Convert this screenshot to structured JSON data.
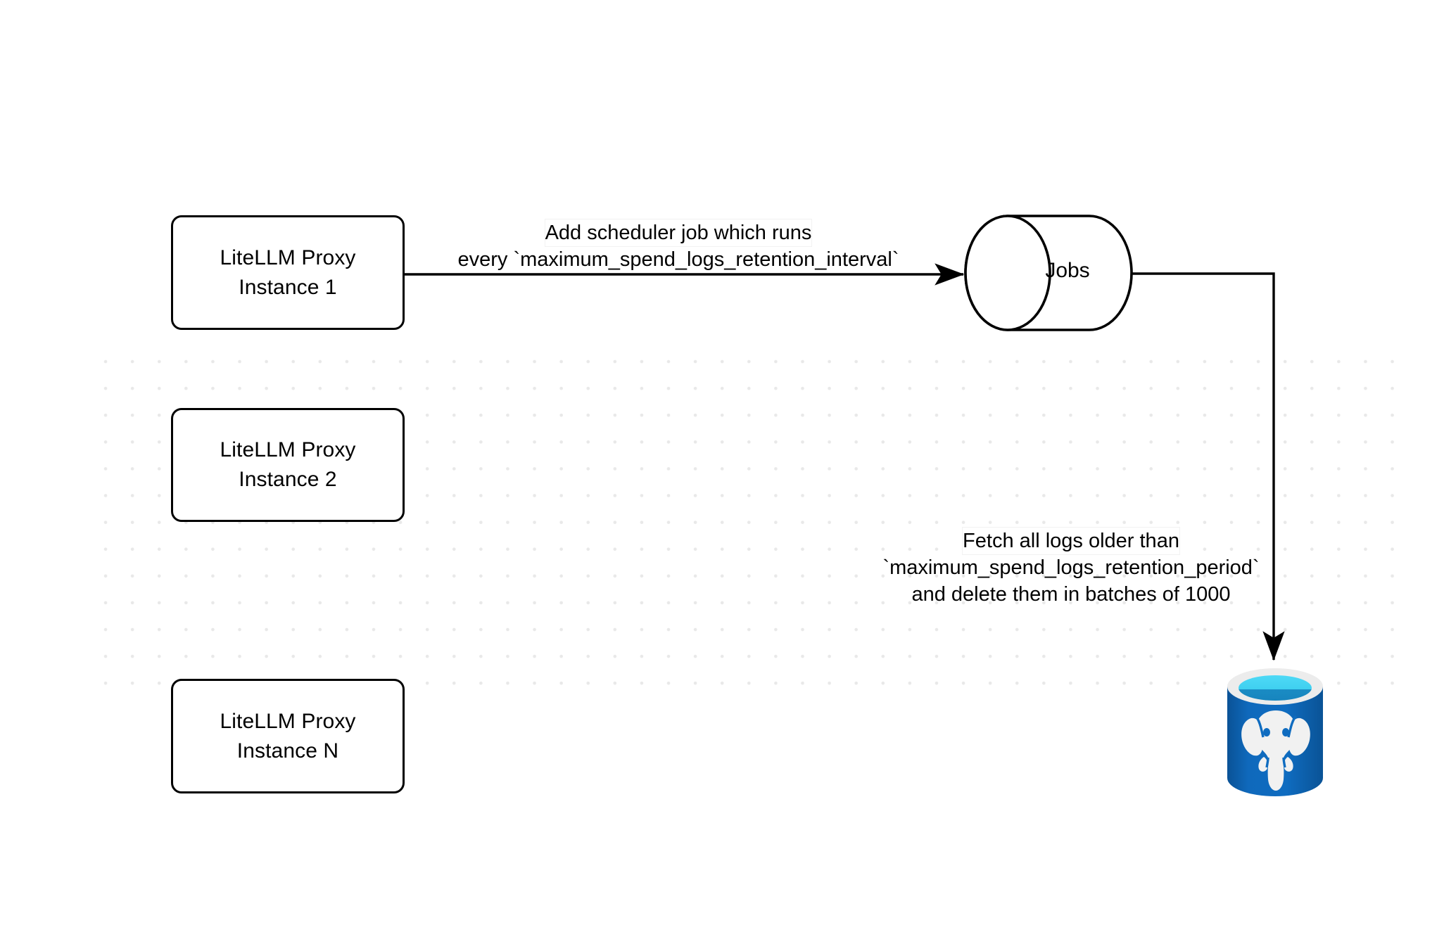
{
  "diagram": {
    "title": "LiteLLM spend logs retention scheduler flow",
    "background": {
      "color": "#ffffff",
      "grid": "dot-grid",
      "grid_dot_color": "#e9e9e9"
    },
    "nodes": [
      {
        "id": "instance-1",
        "shape": "rounded-rectangle",
        "line1": "LiteLLM Proxy",
        "line2": "Instance 1"
      },
      {
        "id": "instance-2",
        "shape": "rounded-rectangle",
        "line1": "LiteLLM Proxy",
        "line2": "Instance 2"
      },
      {
        "id": "instance-n",
        "shape": "rounded-rectangle",
        "line1": "LiteLLM Proxy",
        "line2": "Instance N"
      },
      {
        "id": "jobs",
        "shape": "cylinder",
        "label": "Jobs"
      },
      {
        "id": "postgres",
        "shape": "database-icon",
        "label": "",
        "icon": "postgresql-database-icon",
        "colors": {
          "body": "#0f6cc0",
          "body_dark": "#0a5296",
          "rim": "#e9e9e9",
          "surface_light": "#3fd2f2",
          "surface_dark": "#1a8cc4",
          "elephant": "#f2f2f2"
        }
      }
    ],
    "edges": [
      {
        "id": "instance1-to-jobs",
        "from": "instance-1",
        "to": "jobs",
        "arrowhead": "triangle",
        "label_line1": "Add scheduler job which runs",
        "label_line2": "every `maximum_spend_logs_retention_interval`"
      },
      {
        "id": "jobs-to-postgres",
        "from": "jobs",
        "to": "postgres",
        "arrowhead": "triangle",
        "routing": "elbow-right-then-down",
        "label_line1": "Fetch all logs older than",
        "label_line2": "`maximum_spend_logs_retention_period`",
        "label_line3": "and delete them in batches of 1000"
      }
    ]
  }
}
